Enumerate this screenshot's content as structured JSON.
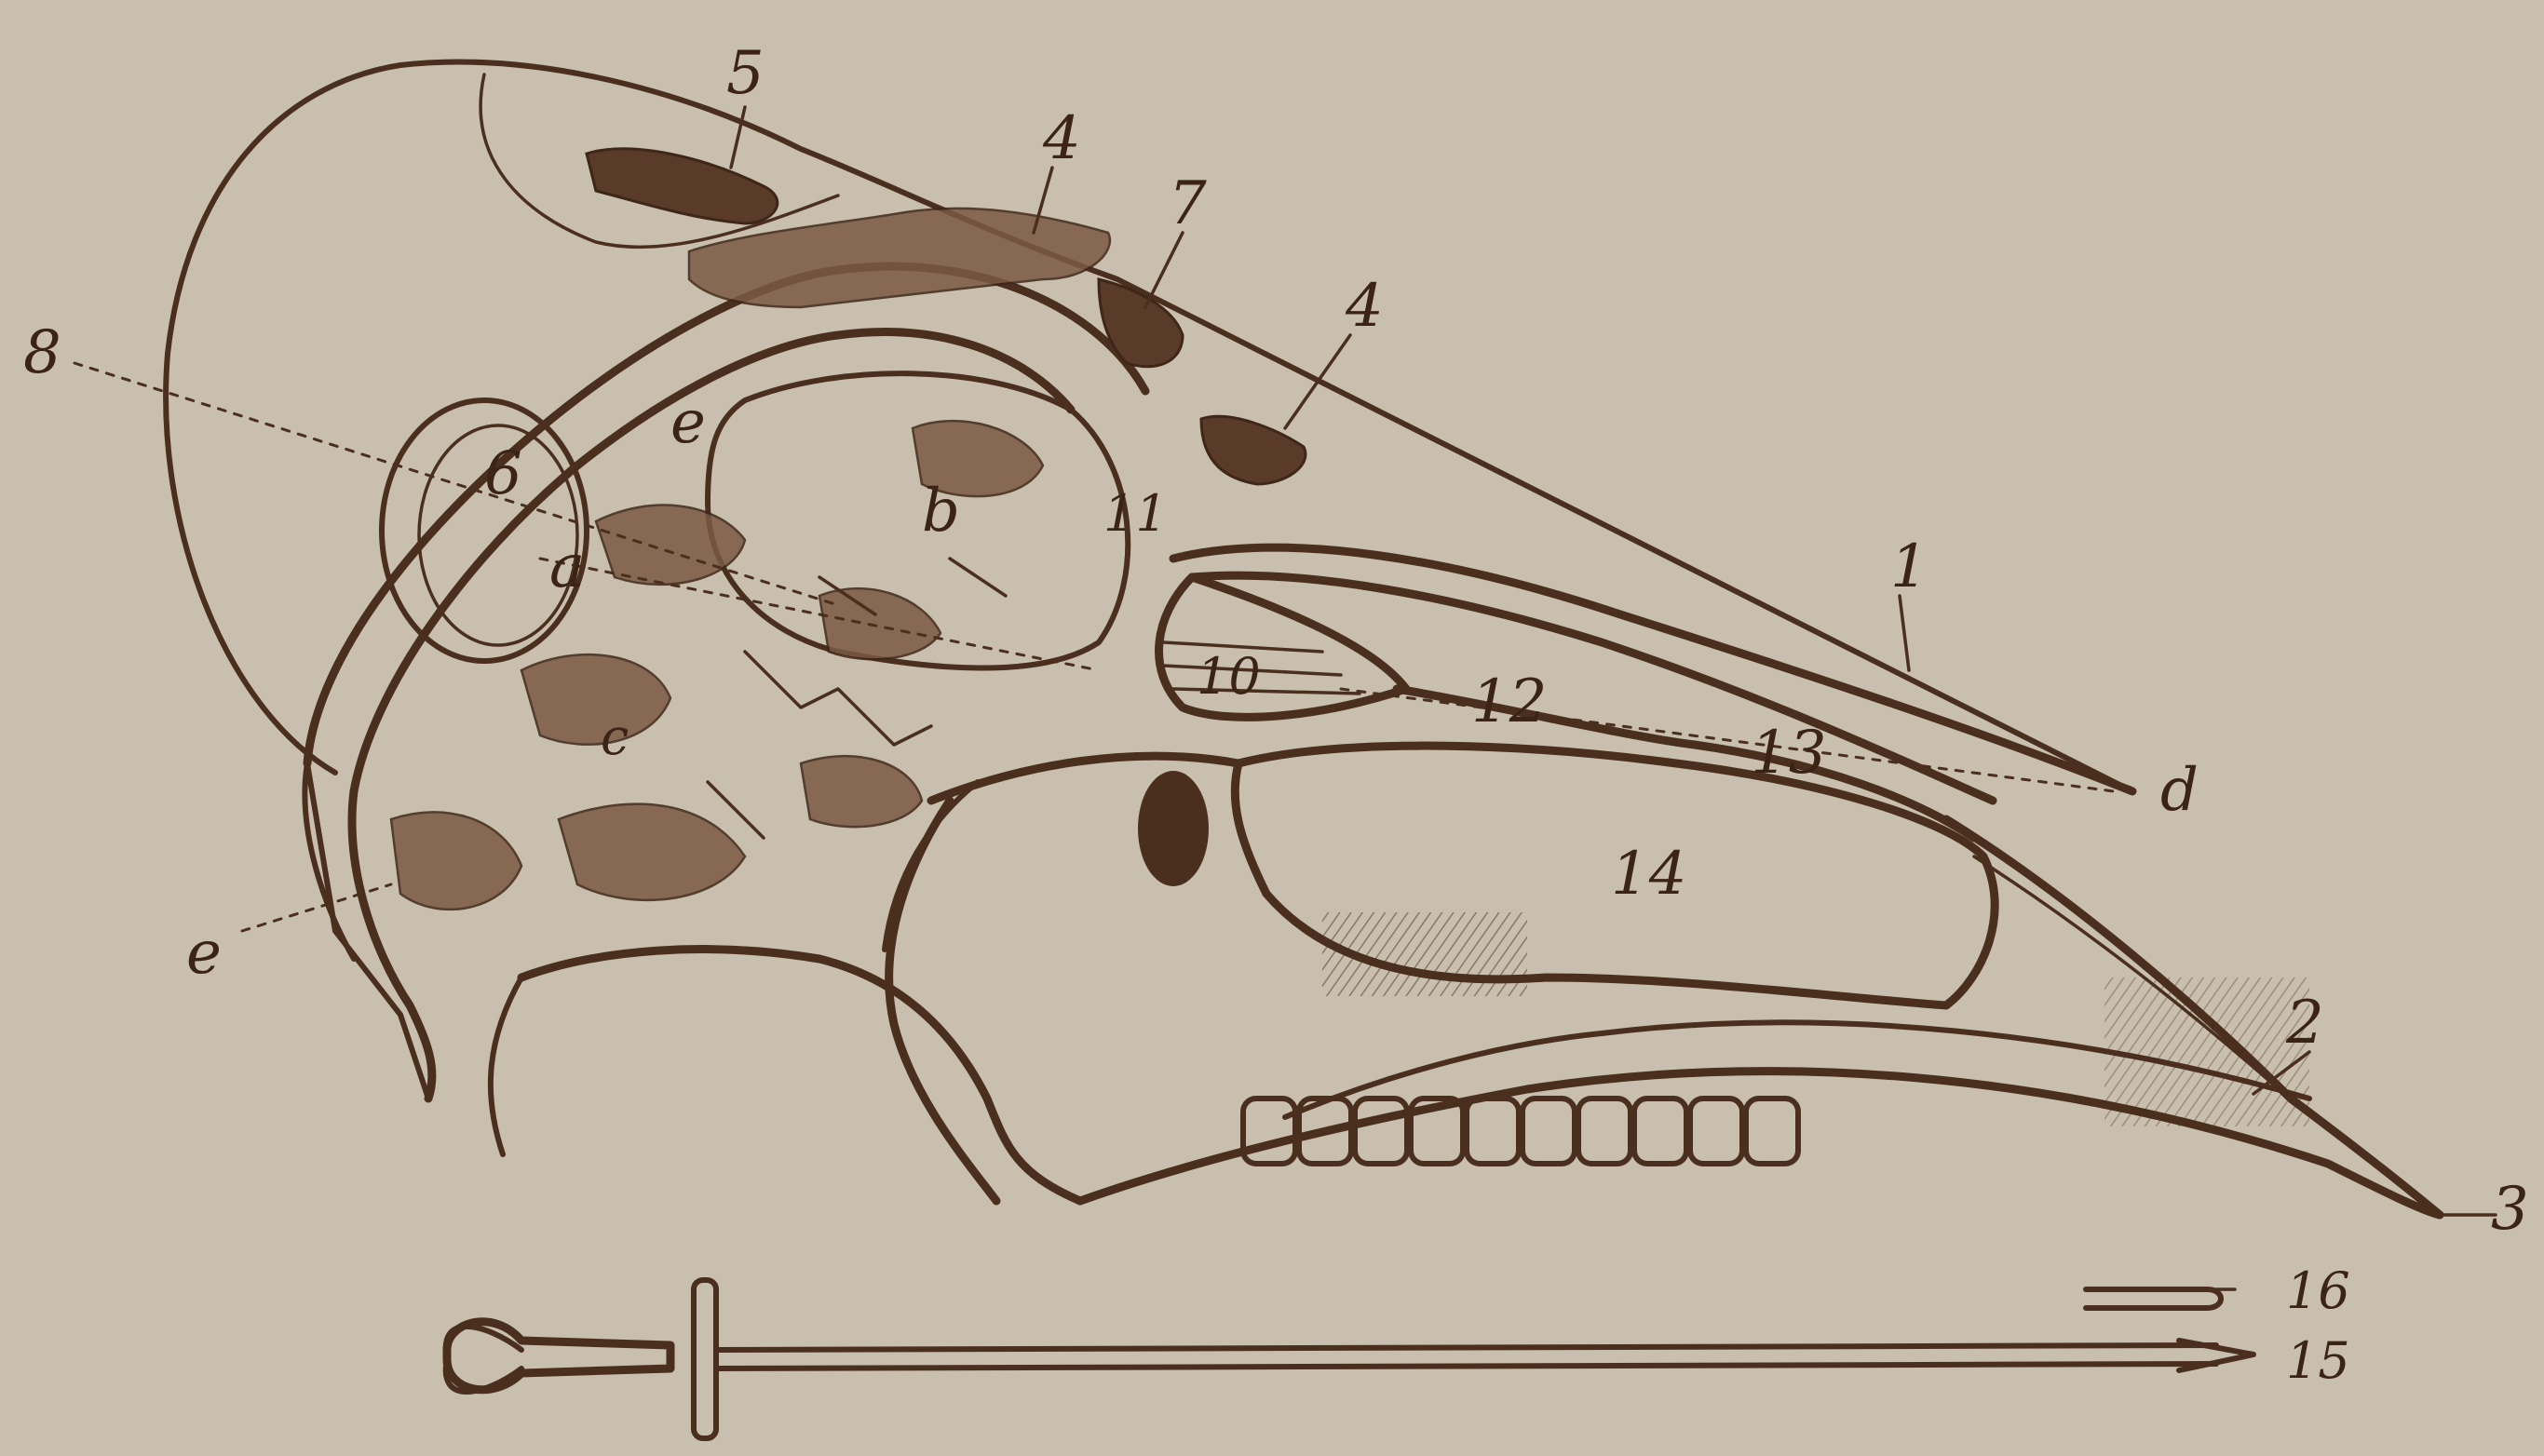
{
  "labels": {
    "l1": "1",
    "l2": "2",
    "l3": "3",
    "l4a": "4",
    "l4b": "4",
    "l5": "5",
    "l6": "6",
    "l7": "7",
    "l8": "8",
    "l10": "10",
    "l11": "11",
    "l12": "12",
    "l13": "13",
    "l14": "14",
    "l15": "15",
    "l16": "16",
    "la": "a",
    "lb": "b",
    "lc": "c",
    "ld": "d",
    "le1": "e",
    "le2": "e"
  }
}
